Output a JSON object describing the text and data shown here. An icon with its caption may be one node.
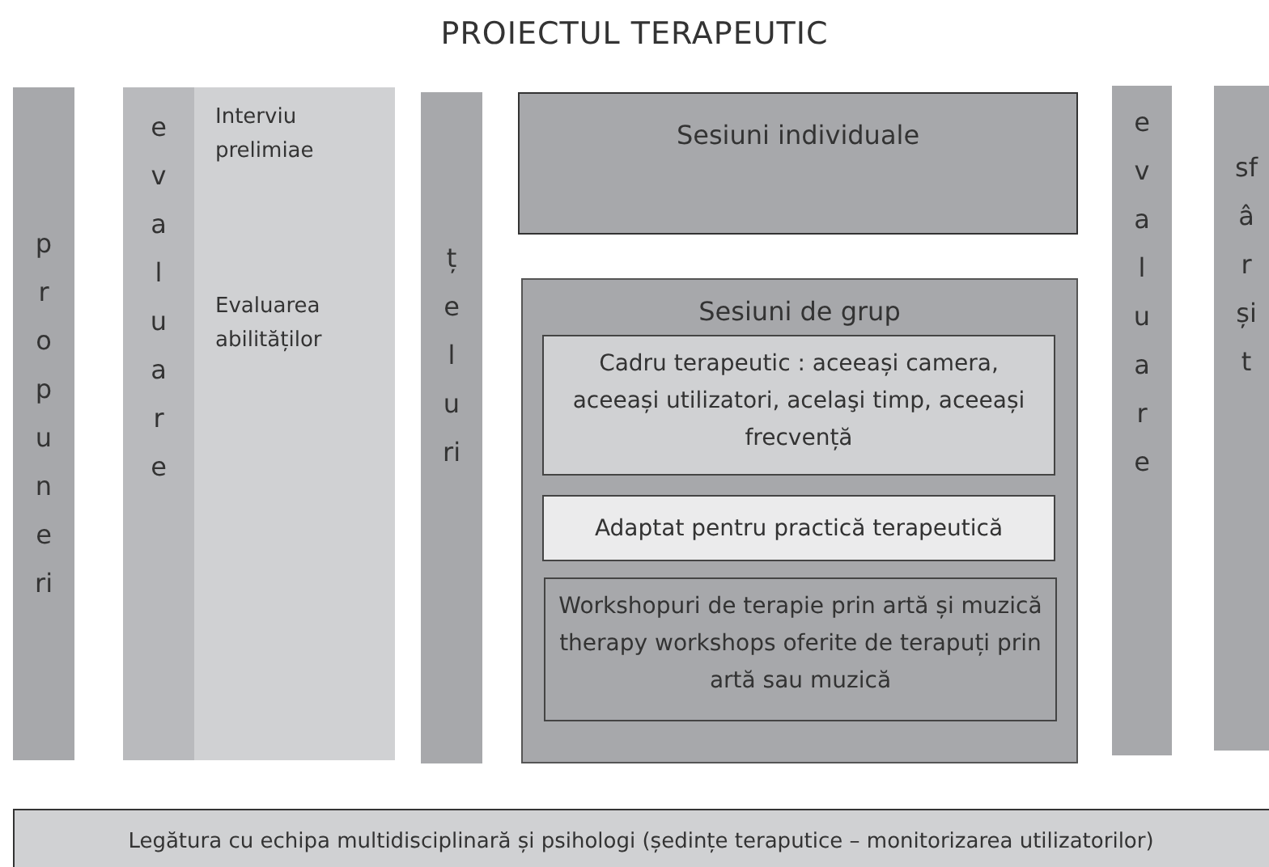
{
  "diagram": {
    "title": "PROIECTUL TERAPEUTIC",
    "nodes": [
      {
        "text": [
          "propuneri"
        ]
      },
      {
        "text": [
          "Interviu prelimiae",
          "Evaluarea abilităților"
        ]
      },
      {
        "text": [
          "evaluare"
        ],
        "in": 1
      },
      {
        "text": [
          "țeluri"
        ]
      },
      {
        "text": [
          "Sesiuni individuale"
        ]
      },
      {
        "text": [
          "Sesiuni de grup"
        ]
      },
      {
        "text": [
          "Cadru terapeutic : aceeași camera, aceeași utilizatori, acelaşi timp, aceeași frecvență"
        ],
        "in": 5
      },
      {
        "text": [
          "Adaptat pentru practică terapeutică"
        ],
        "in": 5
      },
      {
        "text": [
          "Workshopuri de terapie prin artă și muzică therapy workshops oferite de terapuți prin artă sau muzică"
        ],
        "in": 5
      },
      {
        "text": [
          "evaluare"
        ]
      },
      {
        "text": [
          "sfârșit"
        ]
      },
      {
        "text": [
          "Legătura cu echipa multidisciplinară și psihologi (ședințe teraputice – monitorizarea utilizatorilor)"
        ]
      }
    ],
    "edges": []
  }
}
